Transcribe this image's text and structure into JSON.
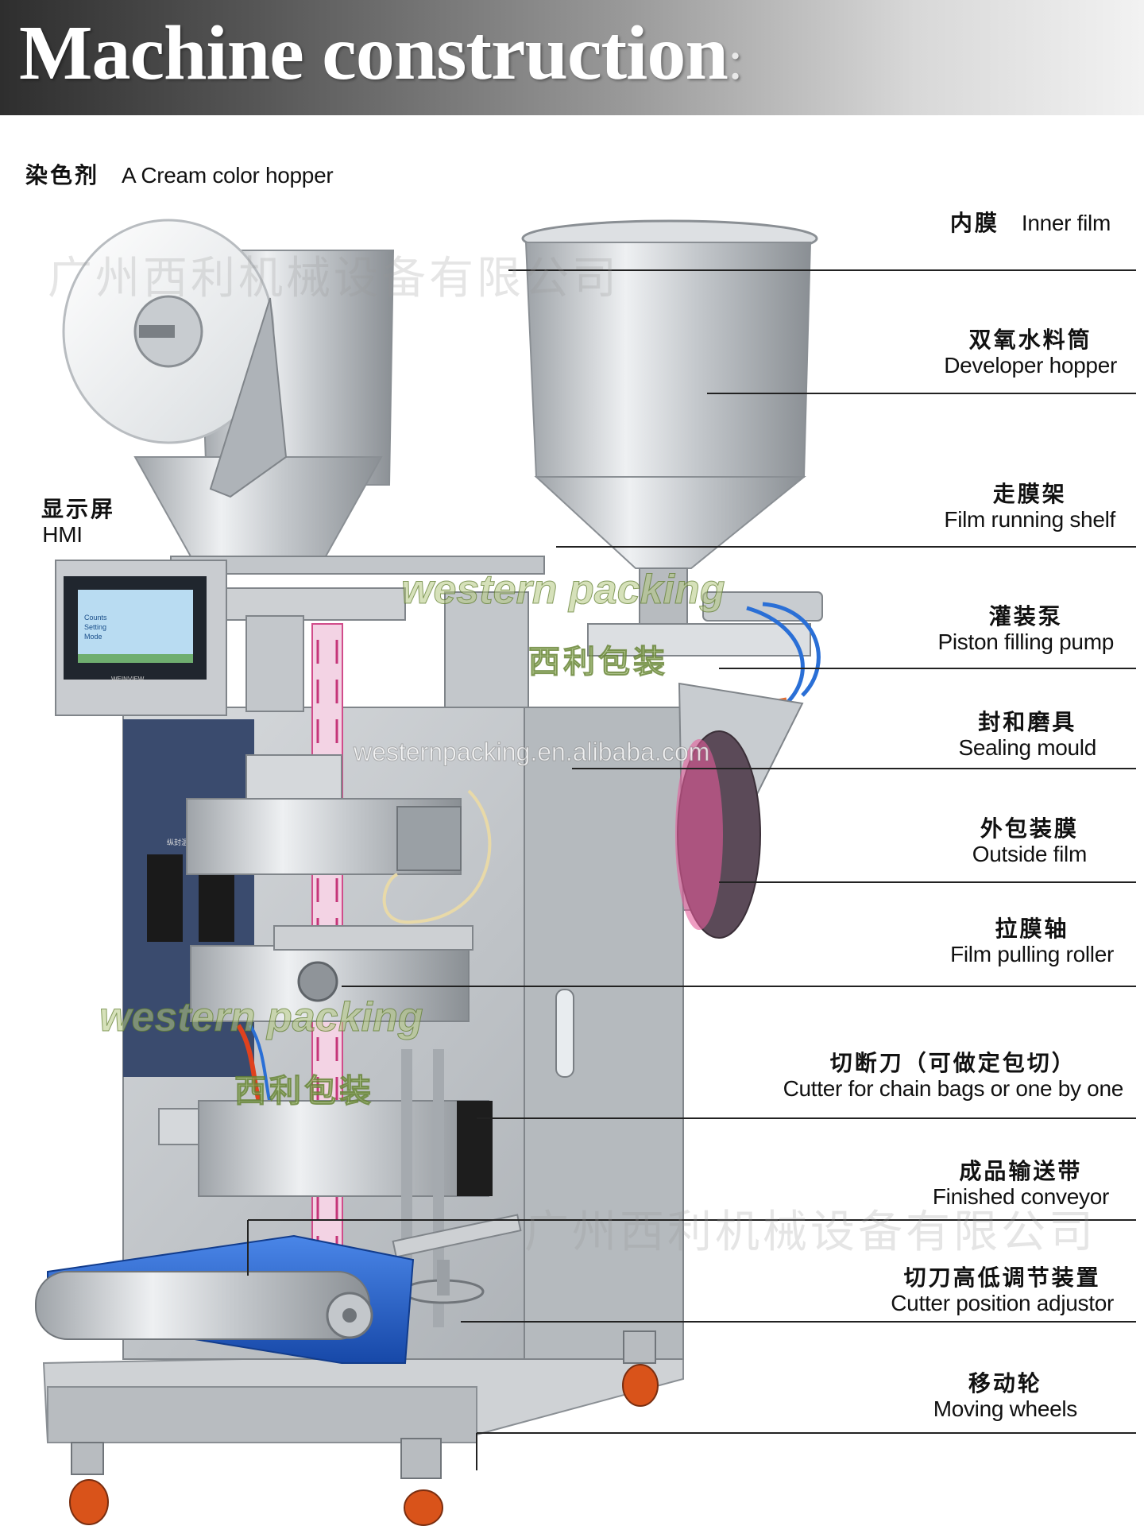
{
  "header": {
    "title": "Machine construction",
    "colon": ":"
  },
  "watermarks": {
    "company_cn": "广州西利机械设备有限公司",
    "brand_en": "western packing",
    "brand_cn": "西利包装",
    "url": "westernpacking.en.alibaba.com"
  },
  "left_labels": {
    "cream_hopper": {
      "cn": "染色剂",
      "en": "A Cream color hopper"
    },
    "hmi": {
      "cn": "显示屏",
      "en": "HMI"
    }
  },
  "right_labels": [
    {
      "id": "inner-film",
      "cn": "内膜",
      "en": "Inner film"
    },
    {
      "id": "developer-hopper",
      "cn": "双氧水料筒",
      "en": "Developer hopper"
    },
    {
      "id": "film-running-shelf",
      "cn": "走膜架",
      "en": "Film running shelf"
    },
    {
      "id": "piston-filling-pump",
      "cn": "灌装泵",
      "en": "Piston filling pump"
    },
    {
      "id": "sealing-mould",
      "cn": "封和磨具",
      "en": "Sealing mould"
    },
    {
      "id": "outside-film",
      "cn": "外包装膜",
      "en": "Outside film"
    },
    {
      "id": "film-pulling-roller",
      "cn": "拉膜轴",
      "en": "Film pulling roller"
    },
    {
      "id": "cutter",
      "cn": "切断刀（可做定包切）",
      "en": "Cutter for chain bags or one by one"
    },
    {
      "id": "finished-conveyor",
      "cn": "成品输送带",
      "en": "Finished conveyor"
    },
    {
      "id": "cutter-position-adjustor",
      "cn": "切刀高低调节装置",
      "en": "Cutter position adjustor"
    },
    {
      "id": "moving-wheels",
      "cn": "移动轮",
      "en": "Moving wheels"
    }
  ],
  "hmi_screen": {
    "line1": "Counts",
    "line2": "Setting",
    "line3": "Mode",
    "brand": "WEINVIEW"
  },
  "colors": {
    "steel": "#c9ccd0",
    "steel_dark": "#8d9196",
    "conveyor_blue": "#1e5fc4",
    "wheel_orange": "#d9531a",
    "panel_navy": "#3a4b6e"
  }
}
